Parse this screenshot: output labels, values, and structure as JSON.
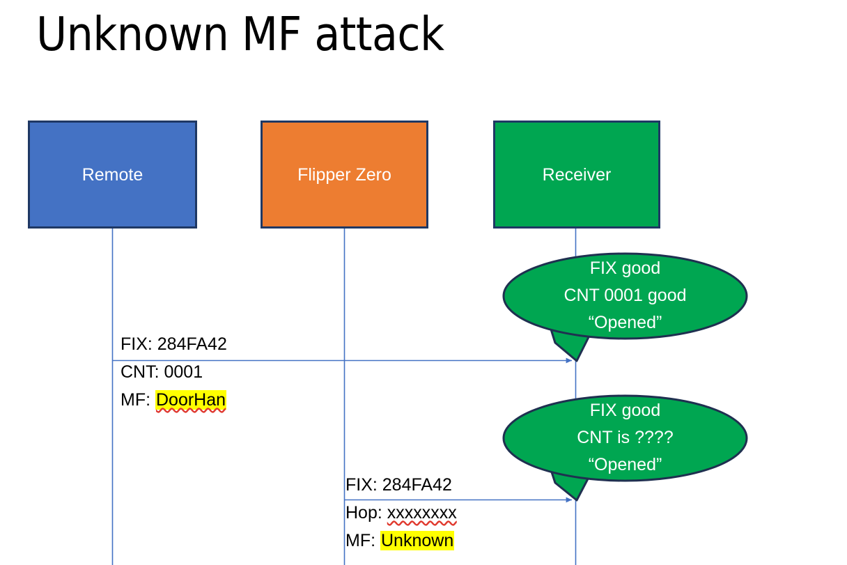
{
  "slide": {
    "title": "Unknown MF attack",
    "background_color": "#FFFFFF"
  },
  "colors": {
    "remote_box": "#4472C4",
    "flipper_box": "#ED7D31",
    "receiver_box": "#00A651",
    "box_border": "#1F3864",
    "lifeline": "#4472C4",
    "arrow": "#4472C4",
    "bubble_fill": "#00A651",
    "bubble_border": "#1F3050",
    "highlight": "#FFFF00",
    "spellcheck_underline": "#E03A2F",
    "text_dark": "#000000",
    "text_light": "#FFFFFF"
  },
  "actors": [
    {
      "id": "remote",
      "label": "Remote",
      "color": "#4472C4"
    },
    {
      "id": "flipper",
      "label": "Flipper Zero",
      "color": "#ED7D31"
    },
    {
      "id": "receiver",
      "label": "Receiver",
      "color": "#00A651"
    }
  ],
  "messages": [
    {
      "id": "msg-1",
      "from": "remote",
      "to": "receiver",
      "lines": [
        {
          "text": "FIX: 284FA42",
          "highlight": false,
          "spellcheck": false
        },
        {
          "text": "CNT: 0001",
          "highlight": false,
          "spellcheck": false
        }
      ],
      "line3_prefix": "MF: ",
      "line3_value": "DoorHan",
      "line3_highlight": true,
      "line3_spellcheck": true
    },
    {
      "id": "msg-2",
      "from": "flipper",
      "to": "receiver",
      "lines": [
        {
          "text": "FIX: 284FA42",
          "highlight": false,
          "spellcheck": false
        }
      ],
      "line2_prefix": "Hop: ",
      "line2_value": "xxxxxxxx",
      "line3_prefix": "MF: ",
      "line3_value": "Unknown",
      "line3_highlight": true,
      "line3_spellcheck": false
    }
  ],
  "bubbles": [
    {
      "id": "bubble-1",
      "line1": "FIX good",
      "line2": "CNT 0001 good",
      "line3": "“Opened”"
    },
    {
      "id": "bubble-2",
      "line1": "FIX good",
      "line2": "CNT is ????",
      "line3": "“Opened”"
    }
  ]
}
